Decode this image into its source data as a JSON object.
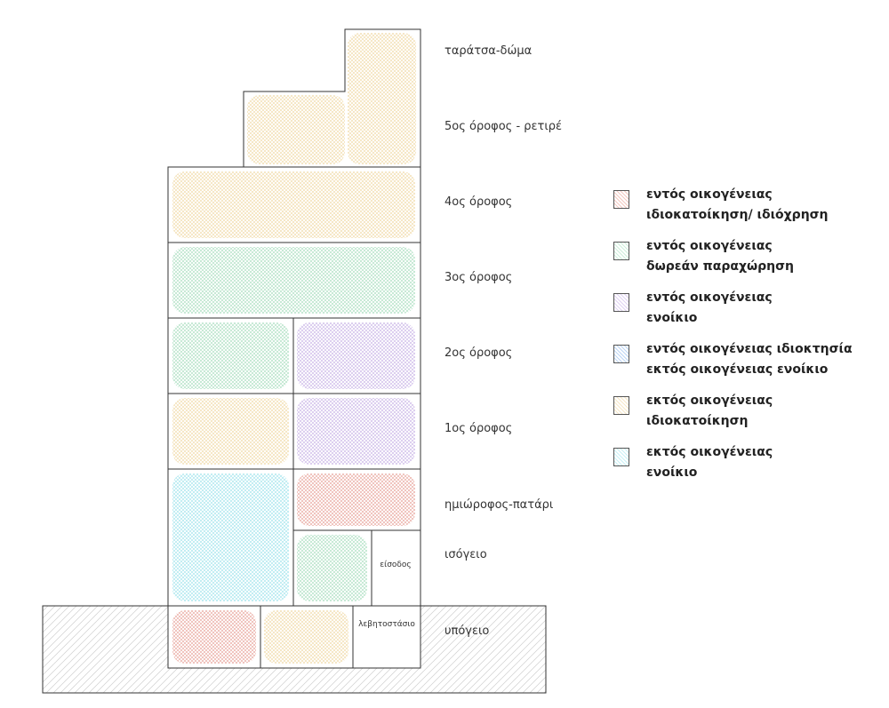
{
  "floors": {
    "rooftop": "ταράτσα-δώμα",
    "fifth": "5ος όροφος - ρετιρέ",
    "fourth": "4ος όροφος",
    "third": "3ος όροφος",
    "second": "2ος όροφος",
    "first": "1ος όροφος",
    "mezzanine": "ημιώροφος-πατάρι",
    "ground": "ισόγειο",
    "basement": "υπόγειο"
  },
  "rooms": {
    "entrance": "είσοδος",
    "boiler_room": "λεβητοστάσιο"
  },
  "colors": {
    "pink": "#e8a39a",
    "mint": "#a8ddbe",
    "lavender": "#c9b3e6",
    "blue": "#8fb8ec",
    "beige": "#f0d9a6",
    "cyan": "#9fe3ec",
    "basement_hatch": "#c9c9c9",
    "outline": "#333333"
  },
  "legend": [
    {
      "line1": "εντός οικογένειας",
      "line2": "ιδιοκατοίκηση/ ιδιόχρηση",
      "color": "pink"
    },
    {
      "line1": "εντός οικογένειας",
      "line2": "δωρεάν παραχώρηση",
      "color": "mint"
    },
    {
      "line1": "εντός οικογένειας",
      "line2": "ενοίκιο",
      "color": "lavender"
    },
    {
      "line1": "εντός οικογένειας ιδιοκτησία",
      "line2": "εκτός οικογένειας ενοίκιο",
      "color": "blue"
    },
    {
      "line1": "εκτός οικογένειας",
      "line2": "ιδιοκατοίκηση",
      "color": "beige"
    },
    {
      "line1": "εκτός οικογένειας",
      "line2": "ενοίκιο",
      "color": "cyan"
    }
  ]
}
